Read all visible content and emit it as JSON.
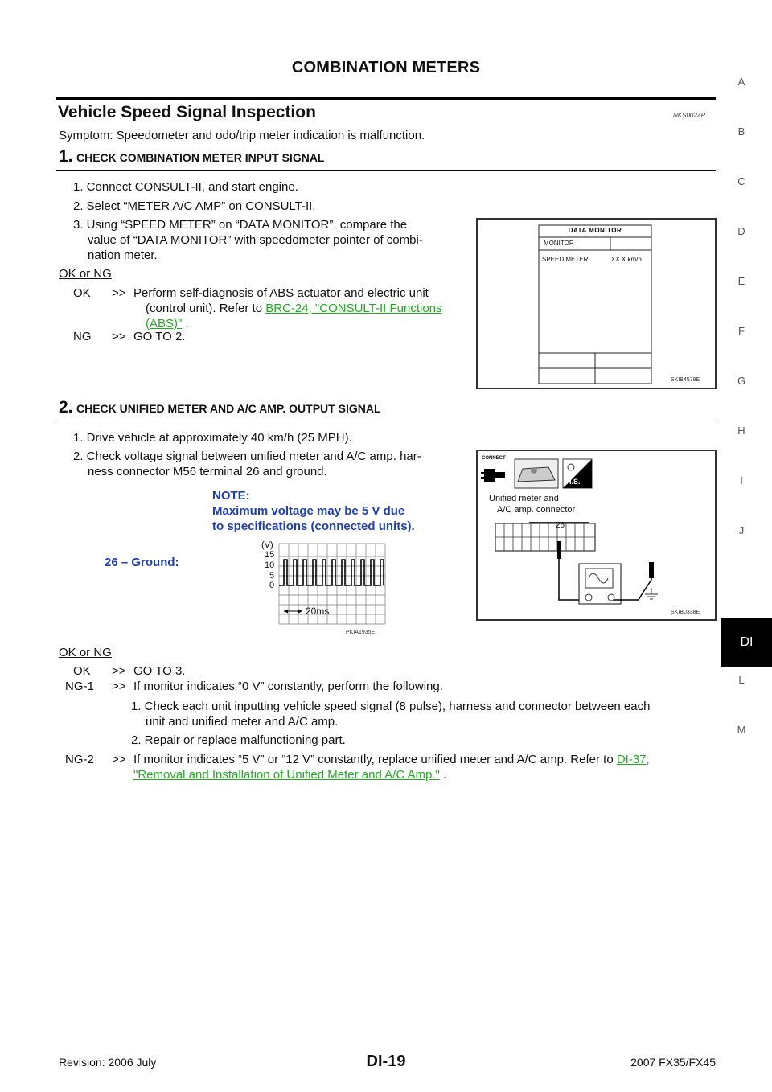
{
  "header": {
    "title": "COMBINATION METERS"
  },
  "section": {
    "title": "Vehicle Speed Signal Inspection",
    "code": "NKS002ZP"
  },
  "symptom": "Symptom: Speedometer and odo/trip meter indication is malfunction.",
  "step1": {
    "num": "1.",
    "title": "CHECK COMBINATION METER INPUT SIGNAL",
    "items": [
      "1. Connect CONSULT-II, and start engine.",
      "2. Select “METER A/C AMP” on CONSULT-II."
    ],
    "item3_l1": "3. Using “SPEED METER” on “DATA MONITOR”, compare the",
    "item3_l2": "value of “DATA MONITOR” with speedometer pointer of combi-",
    "item3_l3": "nation meter.",
    "oknd": "OK or NG",
    "ok_lbl": "OK",
    "ok_arrow": ">>",
    "ok_l1": "Perform self-diagnosis of ABS actuator and electric unit",
    "ok_l2a": "(control unit). Refer to ",
    "ok_link1": "BRC-24, \"CONSULT-II Functions",
    "ok_link2": "(ABS)\"",
    "ok_l2b": " .",
    "ng_lbl": "NG",
    "ng_arrow": ">>",
    "ng_text": "GO TO 2."
  },
  "fig1": {
    "header": "DATA MONITOR",
    "monitor": "MONITOR",
    "item": "SPEED METER",
    "value": "XX.X km/h",
    "id": "SKIB4578E"
  },
  "step2": {
    "num": "2.",
    "title": "CHECK UNIFIED METER AND A/C AMP. OUTPUT SIGNAL",
    "item1": "1. Drive vehicle at approximately 40 km/h (25 MPH).",
    "item2_l1": "2. Check voltage signal between unified meter and A/C amp. har-",
    "item2_l2": "ness connector M56 terminal 26 and ground.",
    "note_l1": "NOTE:",
    "note_l2": "Maximum voltage may be 5 V due",
    "note_l3": "to specifications (connected units).",
    "ground": "26 – Ground:",
    "wave_unit": "(V)",
    "wave_ticks": [
      "15",
      "10",
      "5",
      "0"
    ],
    "wave_time": "20ms",
    "wave_id": "PKIA1935E",
    "oknd": "OK or NG",
    "ok_lbl": "OK",
    "ok_arrow": ">>",
    "ok_text": "GO TO 3.",
    "ng1_lbl": "NG-1",
    "ng1_arrow": ">>",
    "ng1_text": "If monitor indicates “0 V” constantly, perform the following.",
    "ng1_s1_l1": "1. Check each unit inputting vehicle speed signal (8 pulse), harness and connector between each",
    "ng1_s1_l2": "unit and unified meter and A/C amp.",
    "ng1_s2": "2. Repair or replace malfunctioning part.",
    "ng2_lbl": "NG-2",
    "ng2_arrow": ">>",
    "ng2_text": "If monitor indicates “5 V” or “12 V” constantly, replace unified meter and A/C amp. Refer to ",
    "ng2_link1": "DI-37,",
    "ng2_link2": "\"Removal and Installation of Unified Meter and A/C Amp.\"",
    "ng2_end": " ."
  },
  "fig2": {
    "connect": "CONNECT",
    "hs": "H.S.",
    "label_l1": "Unified meter and",
    "label_l2": "A/C amp. connector",
    "terminal": "26",
    "id": "SKIB0338E"
  },
  "sidebar": {
    "letters": [
      "A",
      "B",
      "C",
      "D",
      "E",
      "F",
      "G",
      "H",
      "I",
      "J",
      "DI",
      "L",
      "M"
    ]
  },
  "footer": {
    "revision": "Revision: 2006 July",
    "page": "DI-19",
    "model": "2007 FX35/FX45"
  }
}
